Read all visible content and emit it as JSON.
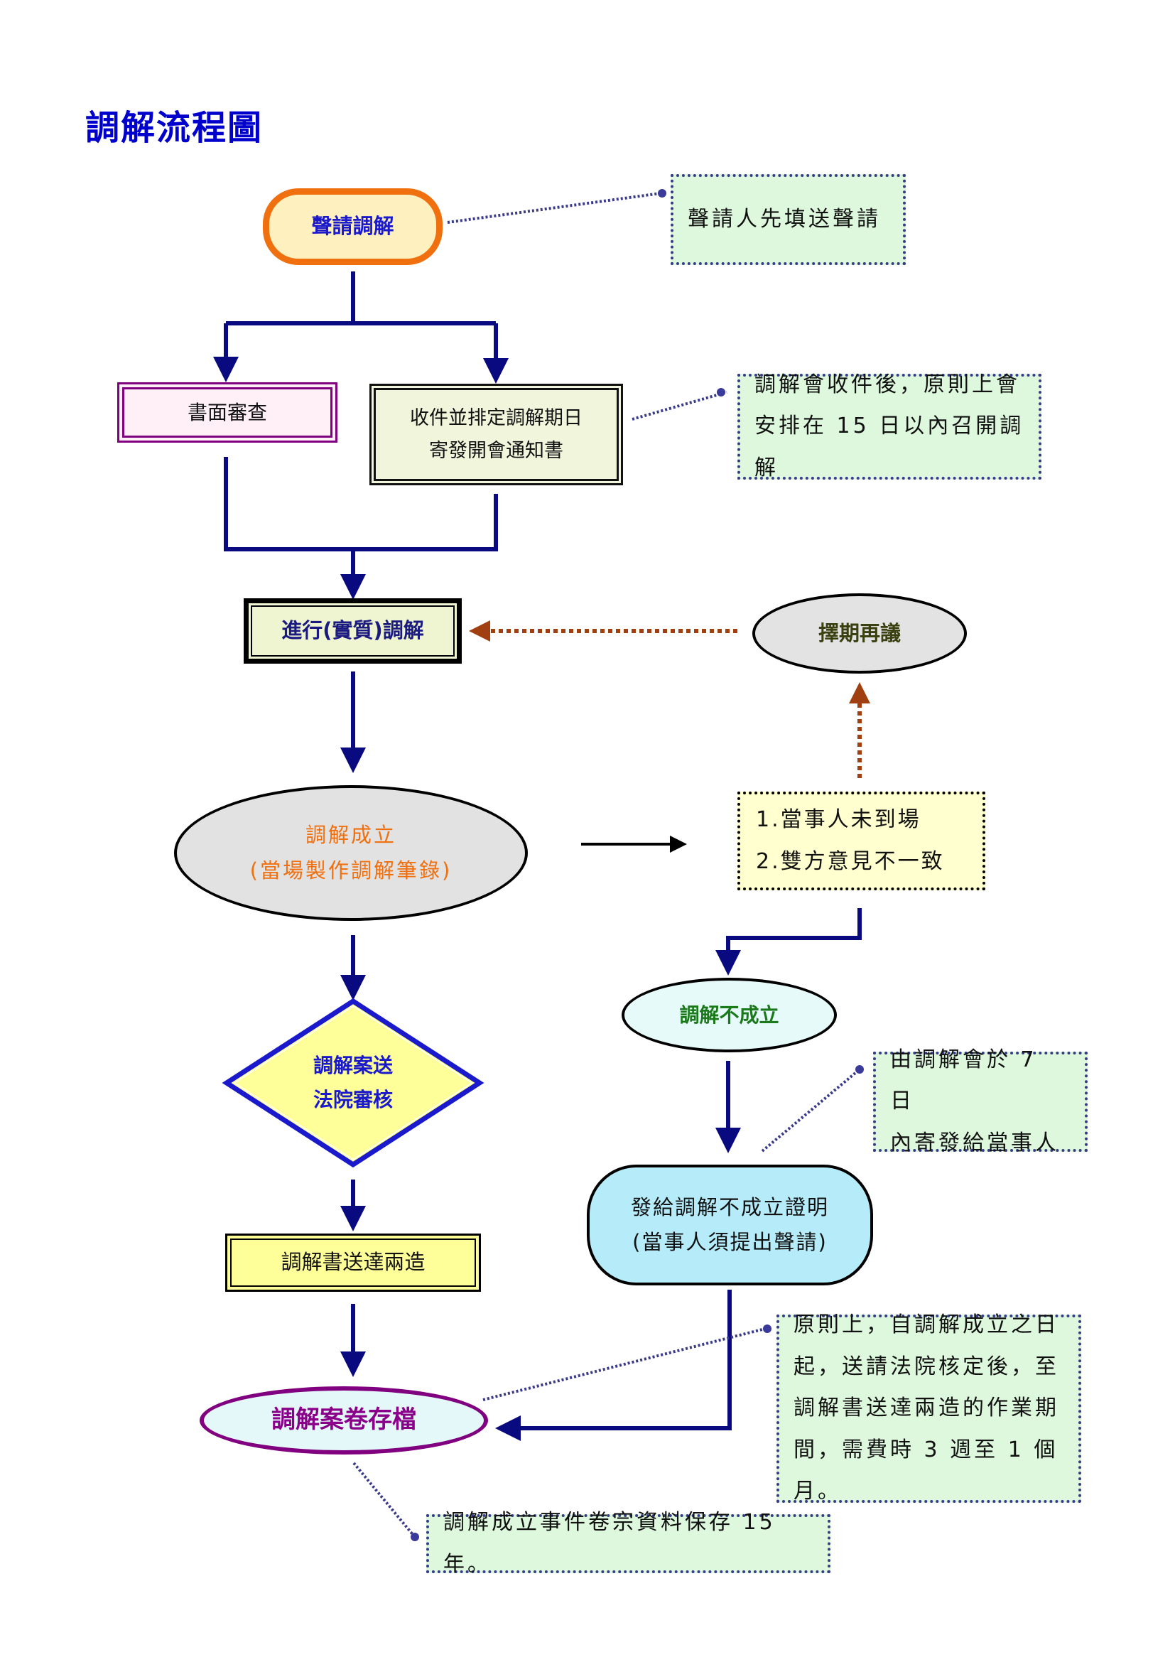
{
  "title": "調解流程圖",
  "nodes": {
    "start": "聲請調解",
    "written_review": "書面審查",
    "receive": [
      "收件並排定調解期日",
      "寄發開會通知書"
    ],
    "proceed": "進行(實質)調解",
    "reschedule": "擇期再議",
    "success": [
      "調解成立",
      "(當場製作調解筆錄)"
    ],
    "reasons": [
      "1.當事人未到場",
      "2.雙方意見不一致"
    ],
    "fail": "調解不成立",
    "court_review": [
      "調解案送",
      "法院審核"
    ],
    "certificate": [
      "發給調解不成立證明",
      "(當事人須提出聲請)"
    ],
    "deliver": "調解書送達兩造",
    "archive": "調解案卷存檔"
  },
  "notes": {
    "n1": [
      "聲請人先填送聲請"
    ],
    "n2": [
      "調解會收件後，原則上會",
      "安排在 15 日以內召開調解"
    ],
    "n3": [
      "由調解會於 7 日",
      "內寄發給當事人"
    ],
    "n4": [
      "原則上，自調解成立之日",
      "起，送請法院核定後，至",
      "調解書送達兩造的作業期",
      "間，需費時 3 週至 1 個月。"
    ],
    "n5": [
      "調解成立事件卷宗資料保存 15 年。"
    ]
  },
  "colors": {
    "flow_line": "#0a0a80",
    "retry_line": "#a04010",
    "note_line": "#3a3a8a"
  }
}
